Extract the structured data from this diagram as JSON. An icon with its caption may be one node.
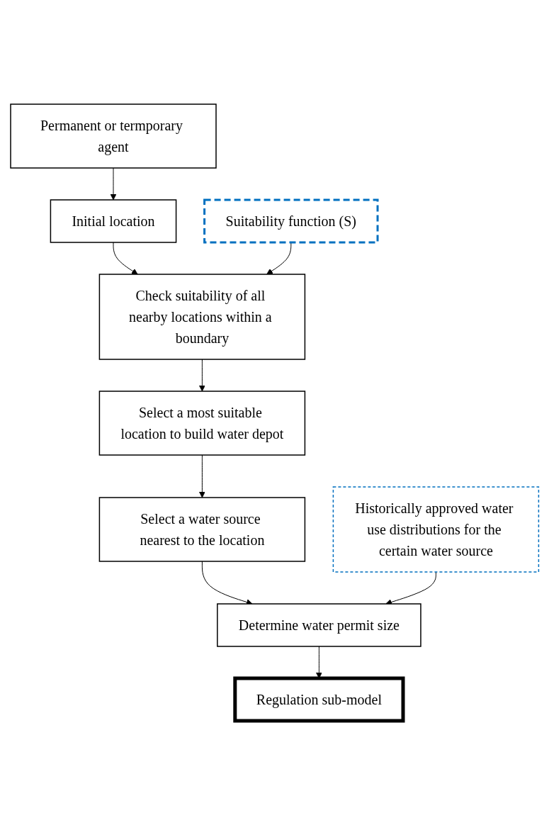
{
  "diagram": {
    "nodes": [
      {
        "text": [
          "Permanent or termporary agent"
        ]
      },
      {
        "text": [
          "Initial location"
        ]
      },
      {
        "text": [
          "Suitability function (S)"
        ]
      },
      {
        "text": [
          "Check suitability of all nearby locations within a boundary"
        ]
      },
      {
        "text": [
          "Select a most suitable location to build water depot"
        ]
      },
      {
        "text": [
          "Select a water source nearest to the location"
        ]
      },
      {
        "text": [
          "Historically approved water use distributions for the certain water source"
        ]
      },
      {
        "text": [
          "Determine water permit size"
        ]
      },
      {
        "text": [
          "Regulation sub-model"
        ]
      }
    ],
    "edges": [
      {
        "from": 0,
        "to": 1,
        "arrow": "to"
      },
      {
        "from": 1,
        "to": 3,
        "arrow": "to"
      },
      {
        "from": 2,
        "to": 3,
        "arrow": "to"
      },
      {
        "from": 3,
        "to": 4,
        "arrow": "to"
      },
      {
        "from": 4,
        "to": 5,
        "arrow": "to"
      },
      {
        "from": 5,
        "to": 7,
        "arrow": "to"
      },
      {
        "from": 6,
        "to": 7,
        "arrow": "to"
      },
      {
        "from": 7,
        "to": 8,
        "arrow": "to"
      }
    ]
  }
}
